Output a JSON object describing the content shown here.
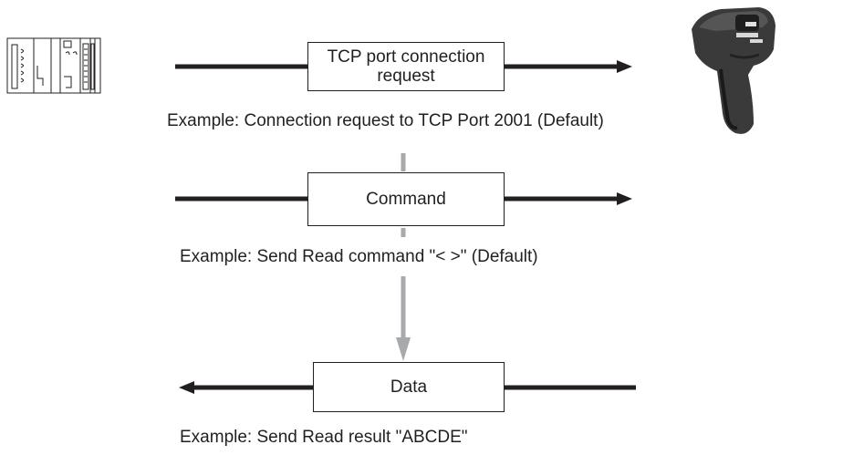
{
  "diagram": {
    "steps": [
      {
        "label": "TCP port connection request",
        "direction": "to-reader",
        "example": "Example: Connection request to TCP Port 2001 (Default)"
      },
      {
        "label": "Command",
        "direction": "to-reader",
        "example": "Example: Send Read command \"< >\" (Default)"
      },
      {
        "label": "Data",
        "direction": "to-controller",
        "example": "Example: Send Read result \"ABCDE\""
      }
    ],
    "devices": {
      "left": "plc-controller-icon",
      "right": "handheld-barcode-reader-icon"
    },
    "colors": {
      "line": "#231f20",
      "flow": "#a7a9ac",
      "background": "#ffffff"
    }
  }
}
